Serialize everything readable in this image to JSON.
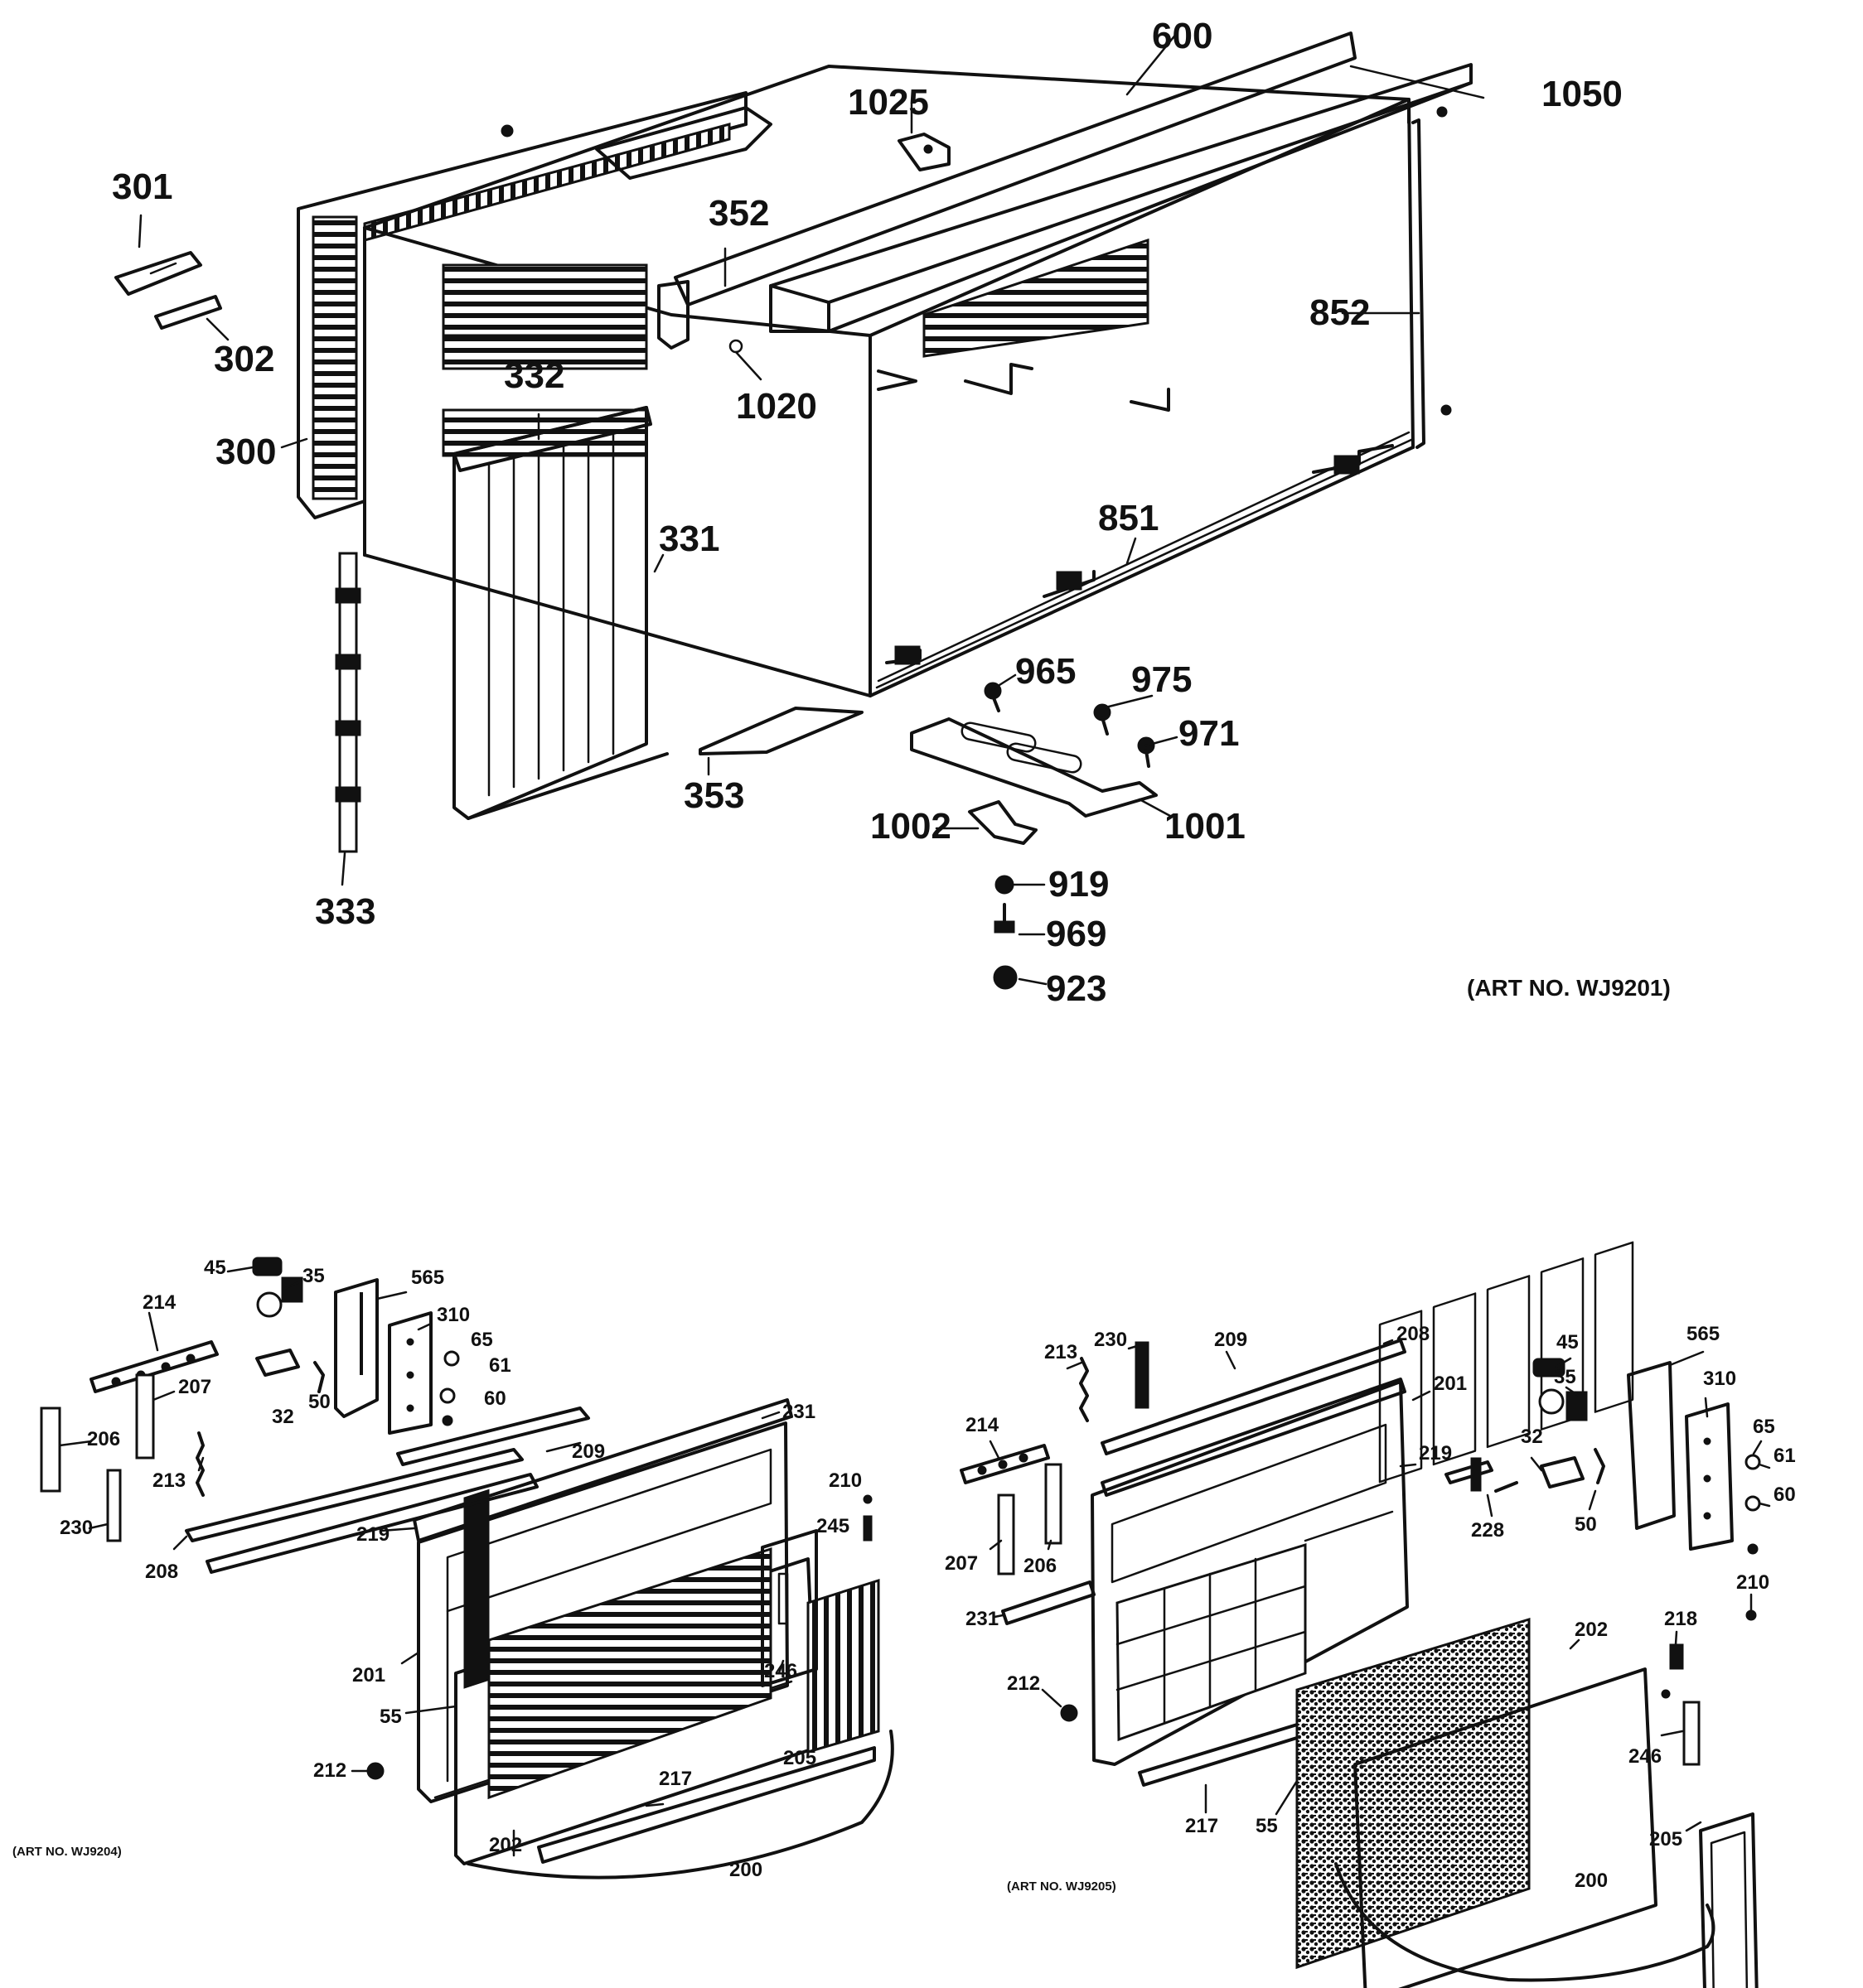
{
  "art_numbers": {
    "top": "(ART NO. WJ9201)",
    "bottom_left": "(ART NO. WJ9204)",
    "bottom_right": "(ART NO. WJ9205)"
  },
  "top_labels": {
    "p600": "600",
    "p1050": "1050",
    "p1025": "1025",
    "p301": "301",
    "p302": "302",
    "p352": "352",
    "p852": "852",
    "p332": "332",
    "p1020": "1020",
    "p300": "300",
    "p851": "851",
    "p331": "331",
    "p965": "965",
    "p975": "975",
    "p971": "971",
    "p353": "353",
    "p1002": "1002",
    "p1001": "1001",
    "p919": "919",
    "p969": "969",
    "p923": "923",
    "p333": "333"
  },
  "left_labels": {
    "p45": "45",
    "p35": "35",
    "p565": "565",
    "p214": "214",
    "p310": "310",
    "p65": "65",
    "p61": "61",
    "p60": "60",
    "p207": "207",
    "p32": "32",
    "p50": "50",
    "p206": "206",
    "p231": "231",
    "p213": "213",
    "p209": "209",
    "p230": "230",
    "p210": "210",
    "p245": "245",
    "p208": "208",
    "p219": "219",
    "p201": "201",
    "p246": "246",
    "p55": "55",
    "p212": "212",
    "p205": "205",
    "p217": "217",
    "p202": "202",
    "p200": "200"
  },
  "right_labels": {
    "p45": "45",
    "p565": "565",
    "p213": "213",
    "p230": "230",
    "p209": "209",
    "p208": "208",
    "p35": "35",
    "p310": "310",
    "p201": "201",
    "p214": "214",
    "p219": "219",
    "p32": "32",
    "p65": "65",
    "p61": "61",
    "p60": "60",
    "p50": "50",
    "p228": "228",
    "p207": "207",
    "p206": "206",
    "p202": "202",
    "p231": "231",
    "p218": "218",
    "p210": "210",
    "p212": "212",
    "p246": "246",
    "p205": "205",
    "p217": "217",
    "p55": "55",
    "p200": "200"
  }
}
